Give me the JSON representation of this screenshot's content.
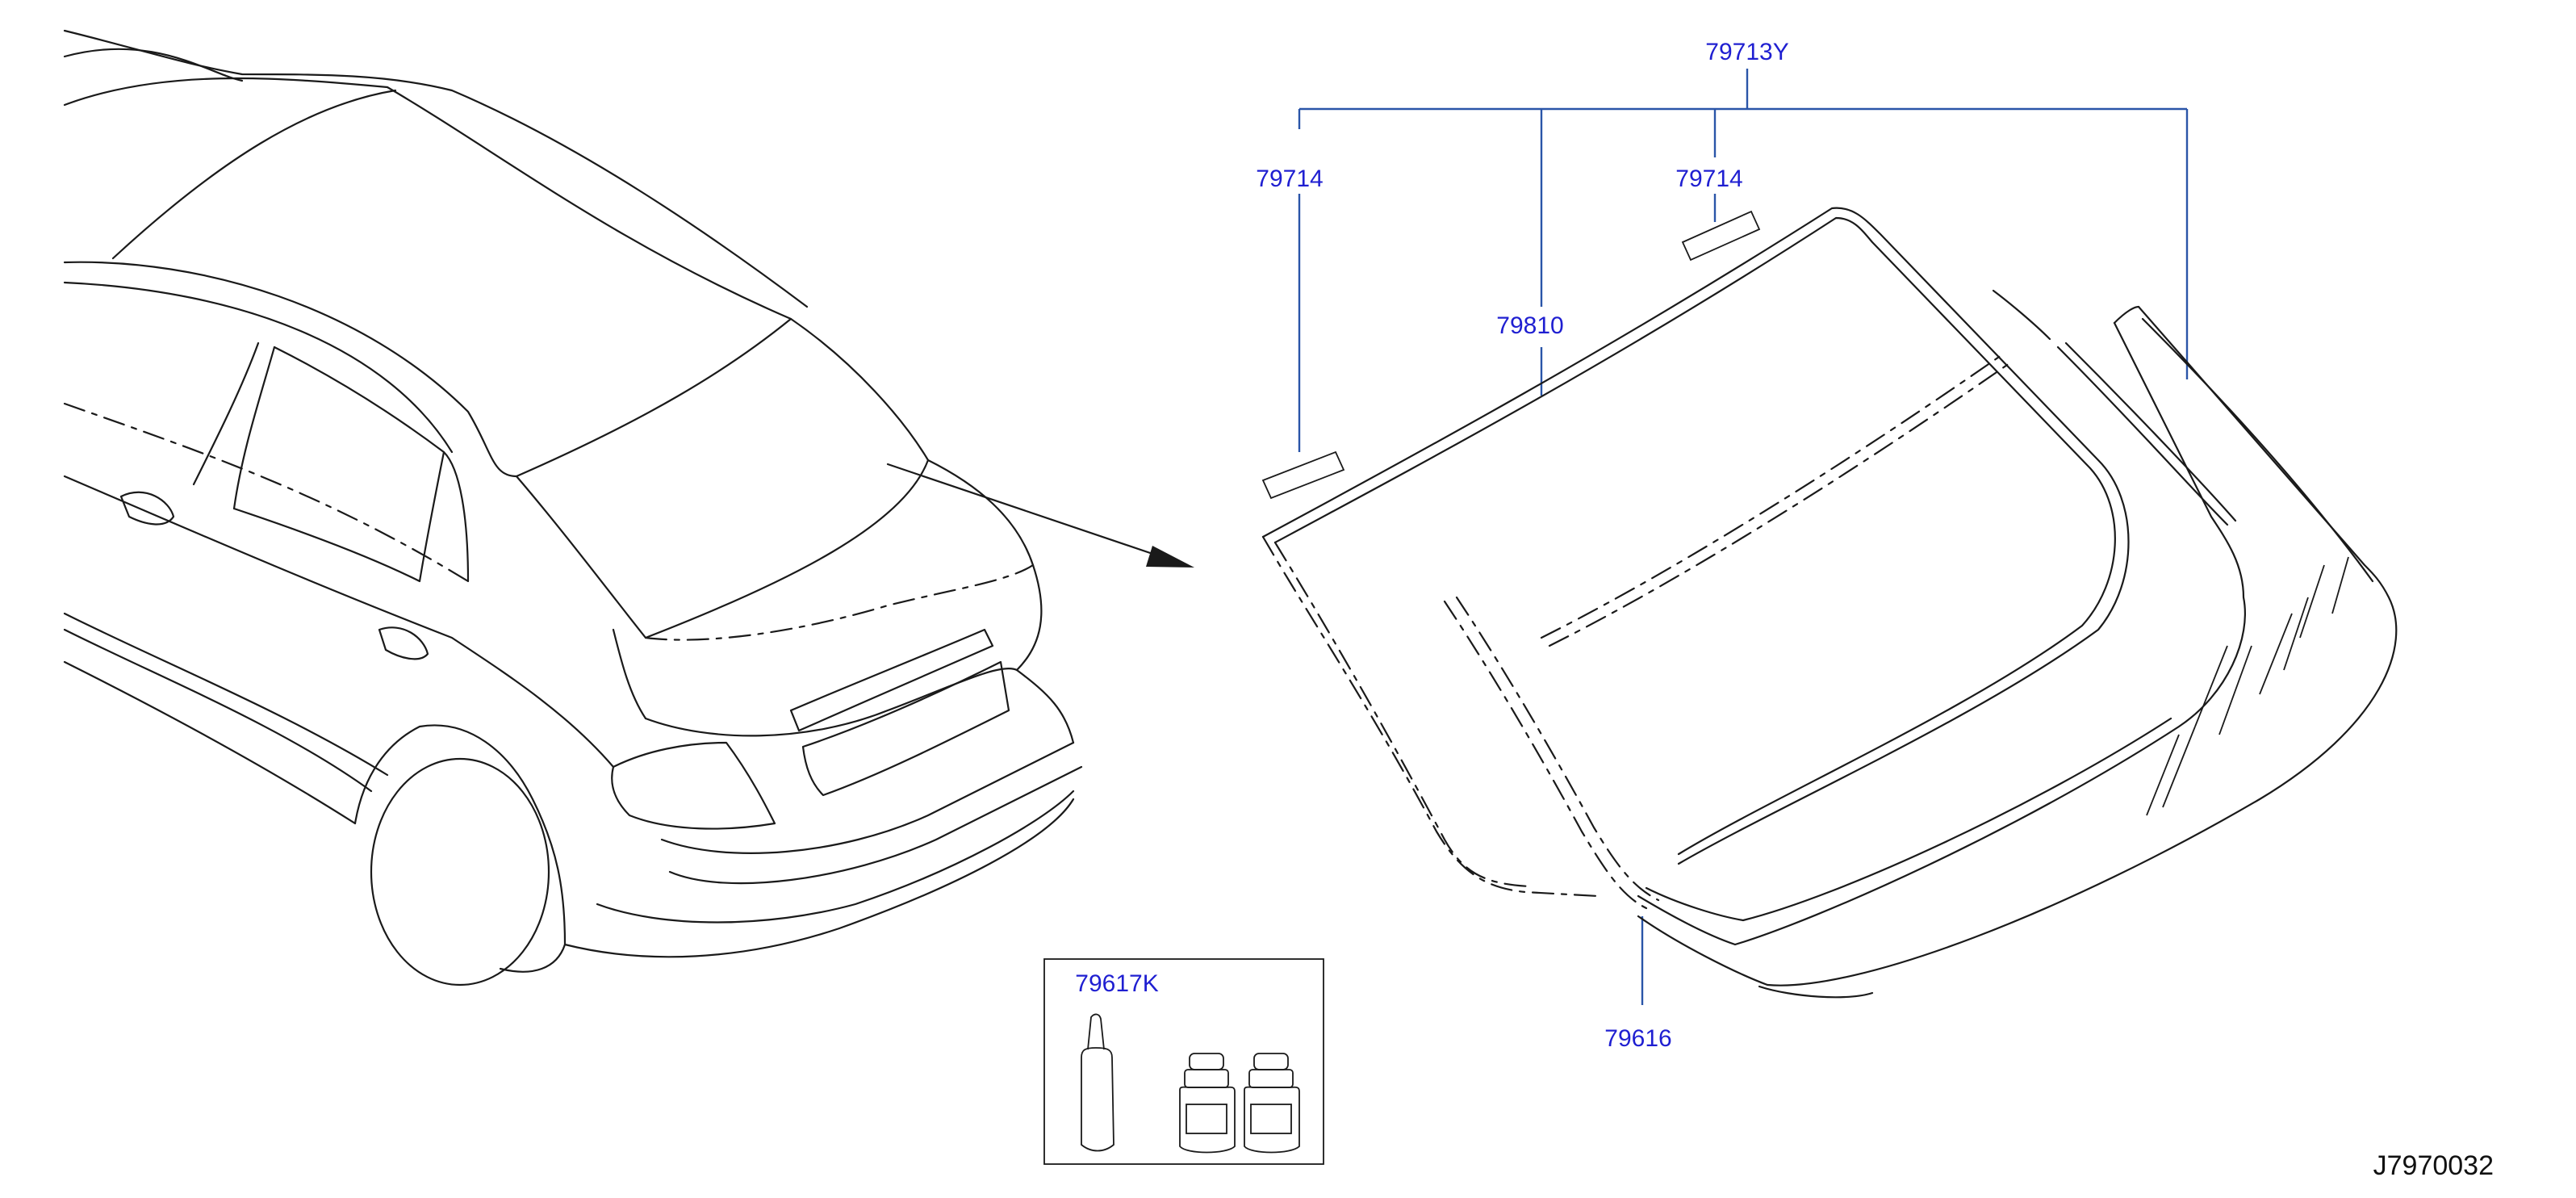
{
  "callouts": {
    "assembly": "79713Y",
    "clip_left": "79714",
    "clip_right": "79714",
    "glass": "79810",
    "dam_rubber": "79616",
    "adhesive_kit": "79617K"
  },
  "diagram_id": "J7970032",
  "colors": {
    "callout_text": "#1f1fd1",
    "leader_line": "#2a55a8",
    "drawing_line": "#1a1a1a"
  }
}
